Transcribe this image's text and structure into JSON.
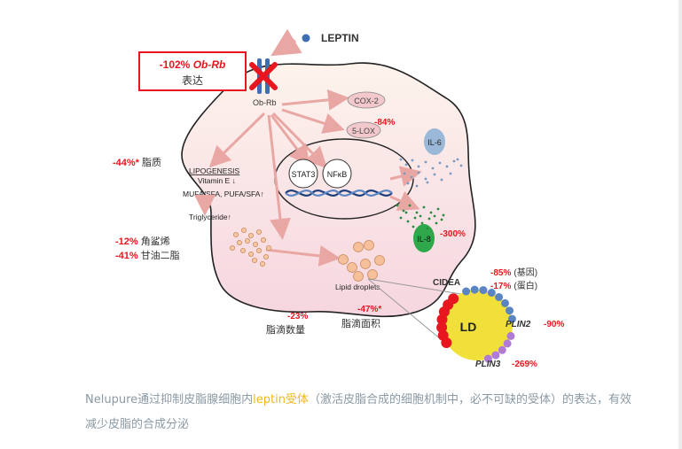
{
  "top": {
    "leptin": "LEPTIN",
    "receptor_pct": "-102% ",
    "receptor_name": "Ob-Rb",
    "receptor_sub": "表达",
    "receptor_label": "Ob-Rb"
  },
  "cell": {
    "cox2": "COX-2",
    "lox5": "5-LOX",
    "lox5_pct": "-84%",
    "il6": "IL-6",
    "il8": "IL-8",
    "il8_pct": "-300%",
    "stat3": "STAT3",
    "nfkb": "NFκB",
    "lipogenesis": "LIPOGENESIS",
    "vitamin_e": "Vitamin E",
    "mufa": "MUFA/SFA, PUFA/SFA",
    "triglyceride": "Triglyceride",
    "lipid_droplets": "Lipid droplets"
  },
  "left": {
    "lipid_pct": "-44%*",
    "lipid_label": "脂质",
    "squalene_pct": "-12%",
    "squalene_label": "角鲨烯",
    "dg_pct": "-41%",
    "dg_label": "甘油二脂"
  },
  "bottom": {
    "count_pct": "-23%",
    "count_label": "脂滴数量",
    "area_pct": "-47%*",
    "area_label": "脂滴面积"
  },
  "ld": {
    "cidea": "CIDEA",
    "cidea_gene_pct": "-85%",
    "cidea_gene_label": "(基因)",
    "cidea_protein_pct": "-17%",
    "cidea_protein_label": "(蛋白)",
    "ld": "LD",
    "plin2": "PLIN2",
    "plin2_pct": "-90%",
    "plin3": "PLIN3",
    "plin3_pct": "-269%"
  },
  "caption": {
    "part1": "Nelupure通过抑制皮脂腺细胞内",
    "highlight": "leptin受体",
    "part2": "（激活皮脂合成的细胞机制中，必不可缺的受体）的表达，有效减少皮脂的合成分泌"
  },
  "colors": {
    "red": "#e8161e",
    "highlight": "#f1b71c",
    "caption": "#8a9aa6",
    "cell_fill": "#fbe7de",
    "ld_yellow": "#f2e03a"
  }
}
